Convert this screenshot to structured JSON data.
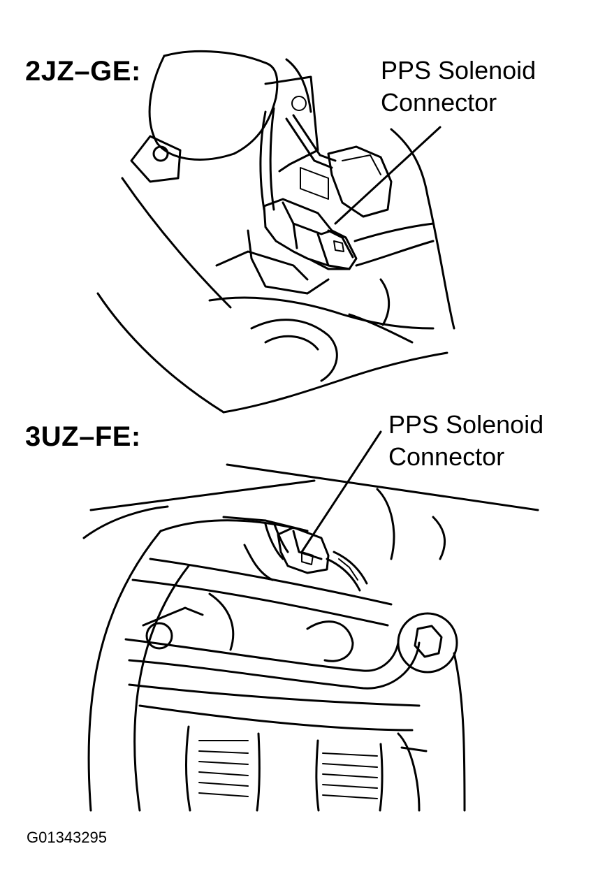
{
  "diagrams": [
    {
      "engine_label": "2JZ–GE:",
      "callout": [
        "PPS Solenoid",
        "Connector"
      ]
    },
    {
      "engine_label": "3UZ–FE:",
      "callout": [
        "PPS Solenoid",
        "Connector"
      ]
    }
  ],
  "figure_id": "G01343295"
}
